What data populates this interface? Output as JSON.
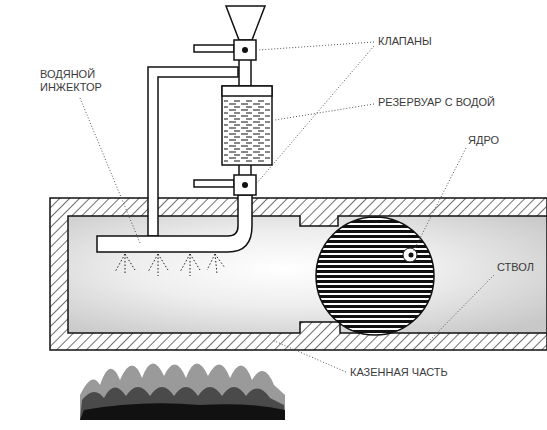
{
  "diagram": {
    "labels": [
      "КЛАПАНЫ",
      "ВОДЯНОЙ ИНЖЕКТОР",
      "РЕЗЕРВУАР С ВОДОЙ",
      "ЯДРО",
      "СТВОЛ",
      "КАЗЕННАЯ ЧАСТЬ"
    ]
  }
}
